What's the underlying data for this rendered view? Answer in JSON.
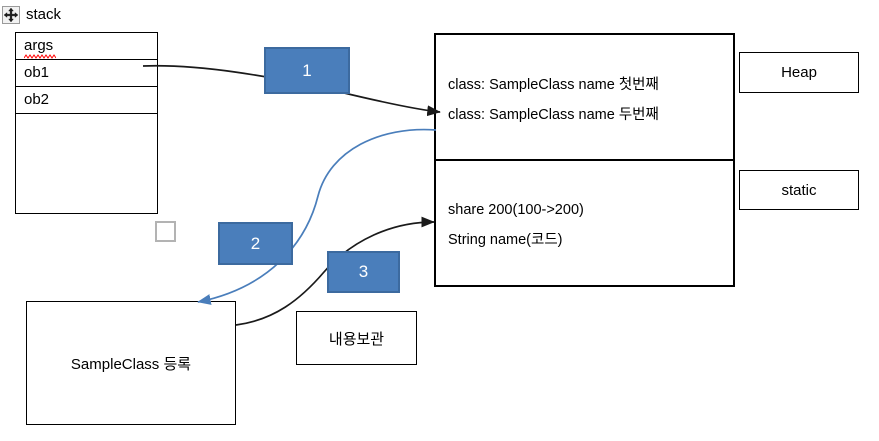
{
  "diagram": {
    "title_label": "stack",
    "stack": {
      "rows": [
        {
          "label": "args",
          "misspelled": true
        },
        {
          "label": "ob1",
          "misspelled": false
        },
        {
          "label": "ob2",
          "misspelled": false
        }
      ]
    },
    "heap": {
      "object_lines": [
        "class: SampleClass name 첫번째",
        "class: SampleClass name 두번째"
      ],
      "static_lines": [
        "share 200(100->200)",
        "String name(코드)"
      ],
      "region_label_heap": "Heap",
      "region_label_static": "static"
    },
    "steps": [
      {
        "number": "1"
      },
      {
        "number": "2"
      },
      {
        "number": "3"
      }
    ],
    "bottom": {
      "sample_class_box": "SampleClass 등록",
      "memo_box": "내용보관"
    },
    "colors": {
      "step_fill": "#4a7ebb",
      "step_border": "#3c6a9f",
      "step_text": "#ffffff",
      "stroke_black": "#000000",
      "stroke_blue": "#4a7ebb",
      "spell_error": "#ff0000",
      "handle_border": "#b3b3b3"
    },
    "icons": {
      "move_handle": "move-4way-icon"
    }
  }
}
